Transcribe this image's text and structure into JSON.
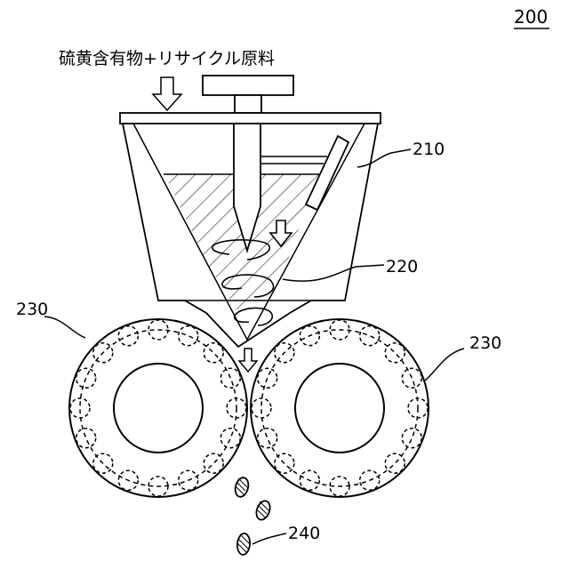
{
  "figure": {
    "number": "200",
    "input_label": "硫黄含有物+リサイクル原料"
  },
  "references": {
    "hopper": "210",
    "screw": "220",
    "roll_left": "230",
    "roll_right": "230",
    "briquettes": "240"
  }
}
